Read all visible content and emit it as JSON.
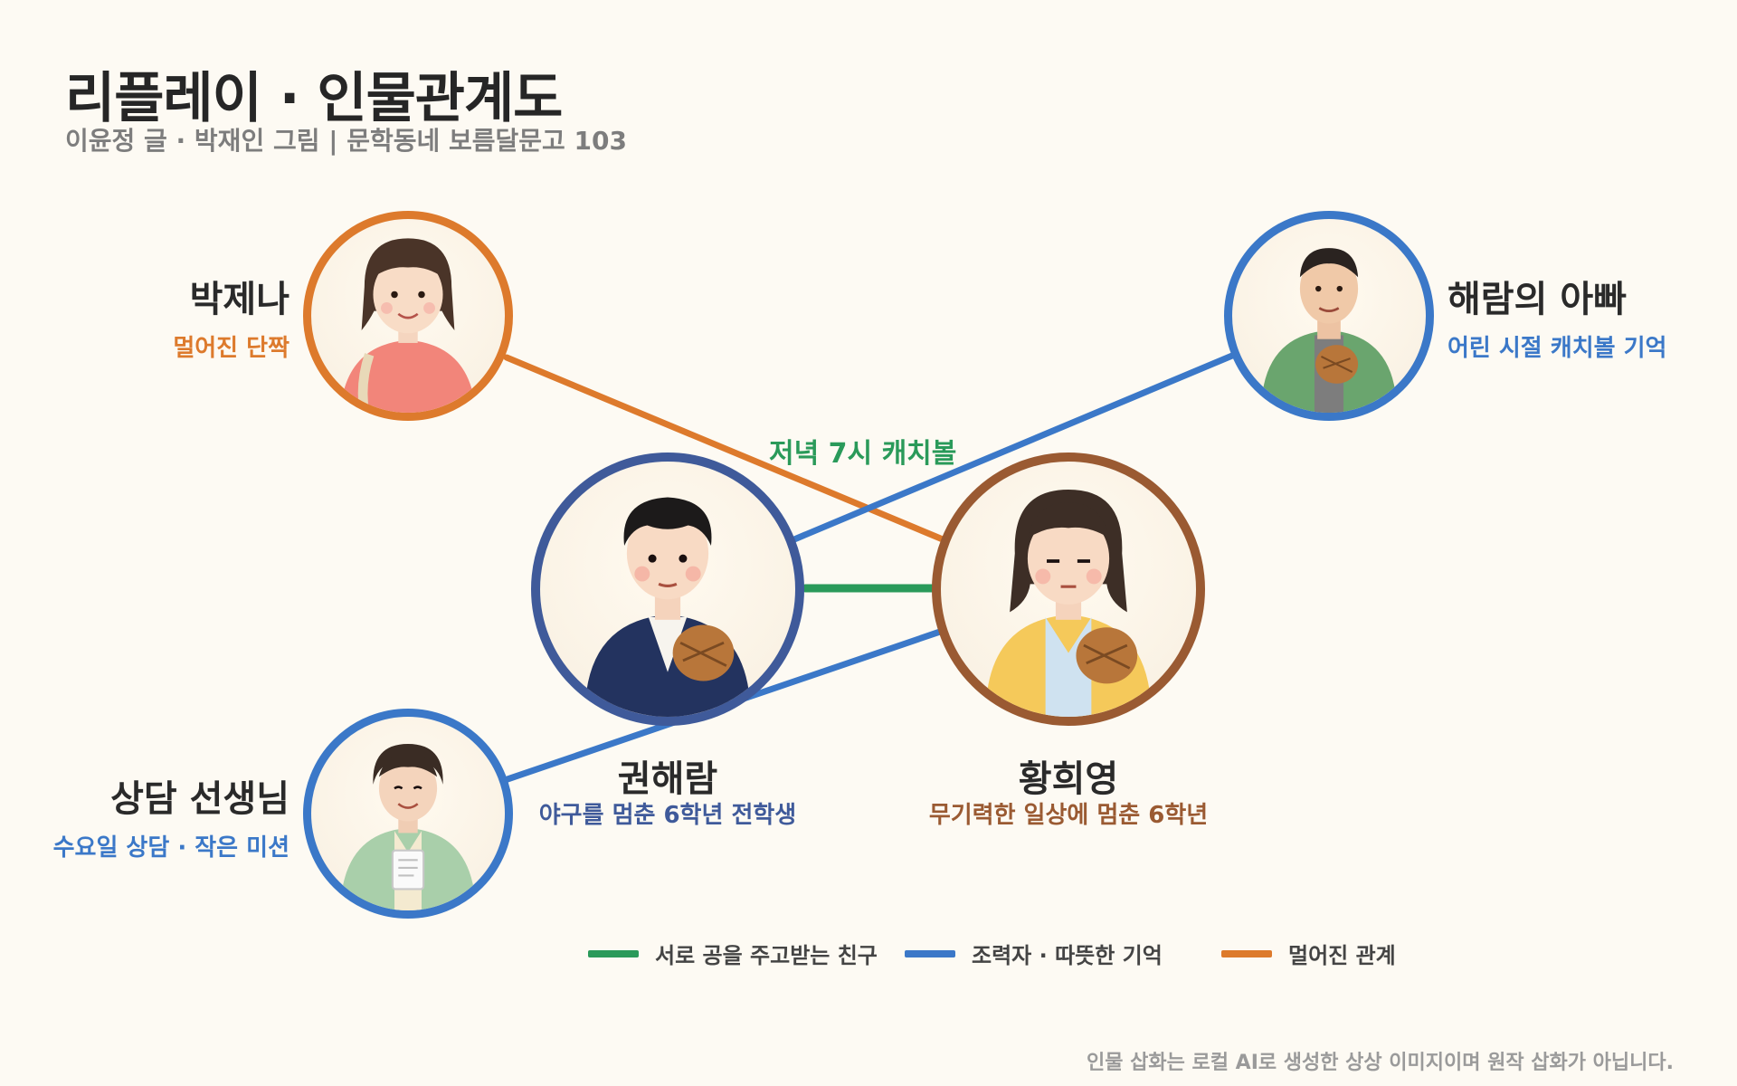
{
  "header": {
    "title": "리플레이 · 인물관계도",
    "subtitle": "이윤정 글 · 박재인 그림 | 문학동네 보름달문고 103"
  },
  "characters": {
    "jena": {
      "name": "박제나",
      "role": "멀어진 단짝",
      "color": "#dd7a2c"
    },
    "father": {
      "name": "해람의 아빠",
      "role": "어린 시절 캐치볼 기억",
      "color": "#3b78c8"
    },
    "haeram": {
      "name": "권해람",
      "role": "야구를 멈춘 6학년 전학생",
      "color": "#3f5a9a"
    },
    "heeyoung": {
      "name": "황희영",
      "role": "무기력한 일상에 멈춘 6학년",
      "color": "#9a5a32"
    },
    "counselor": {
      "name": "상담 선생님",
      "role": "수요일 상담 · 작은 미션",
      "color": "#3b78c8"
    }
  },
  "edge_labels": {
    "catchball": "저녁 7시 캐치볼"
  },
  "legend": [
    {
      "label": "서로 공을 주고받는 친구",
      "color": "#2a9a5a"
    },
    {
      "label": "조력자 · 따뜻한 기억",
      "color": "#3b78c8"
    },
    {
      "label": "멀어진 관계",
      "color": "#dd7a2c"
    }
  ],
  "footnote": "인물 삽화는 로컬 AI로 생성한 상상 이미지이며 원작 삽화가 아닙니다."
}
